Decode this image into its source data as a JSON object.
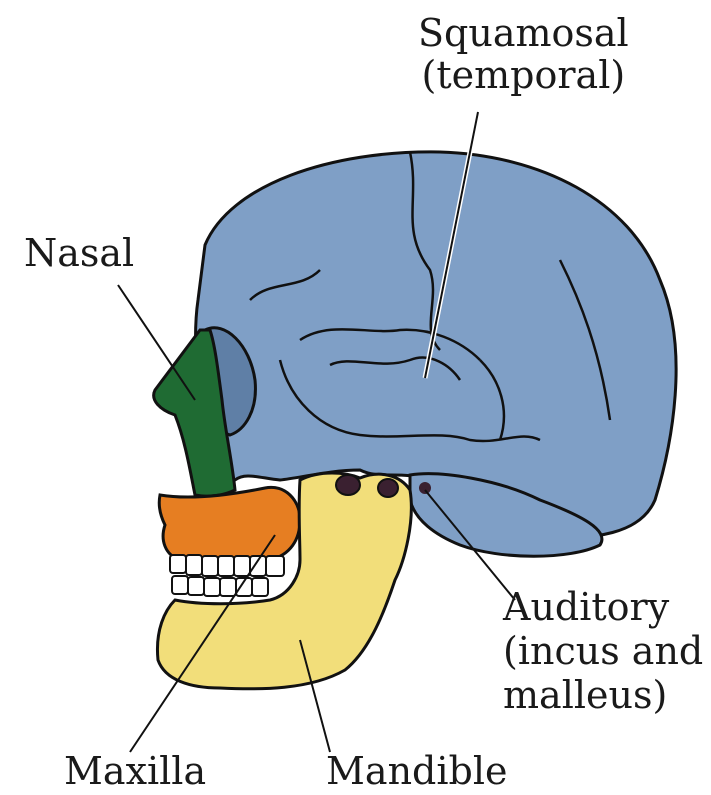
{
  "labels": {
    "squamosal": [
      "Squamosal",
      "(temporal)"
    ],
    "nasal": "Nasal",
    "auditory": [
      "Auditory",
      "(incus and",
      "malleus)"
    ],
    "maxilla": "Maxilla",
    "mandible": "Mandible"
  },
  "colors": {
    "cranium": "#7f9fc6",
    "nasal": "#1f6b33",
    "maxilla": "#e67e22",
    "mandible": "#f2de7a",
    "teeth": "#ffffff",
    "outline": "#111111"
  }
}
